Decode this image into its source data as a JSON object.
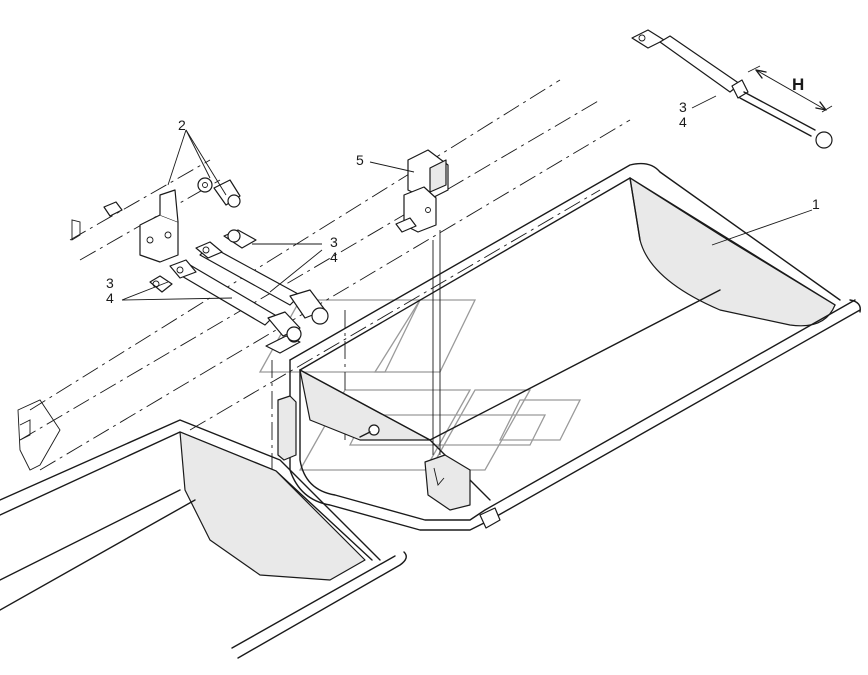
{
  "callouts": {
    "c1": "1",
    "c2": "2",
    "c3a": "3",
    "c4a": "4",
    "c3b": "3",
    "c4b": "4",
    "c3c": "3",
    "c4c": "4",
    "c5": "5"
  },
  "dimension_label": "H",
  "colors": {
    "line": "#1a1a1a",
    "shade": "#e9e9e9",
    "watermark": "#9a9a9a"
  }
}
